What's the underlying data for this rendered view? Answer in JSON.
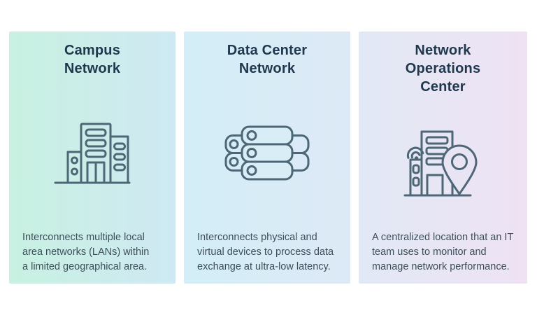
{
  "colors": {
    "canvas_bg": "#ffffff",
    "title_text": "#20384e",
    "body_text": "#3d4e5b",
    "icon_stroke": "#4e6777"
  },
  "cards": [
    {
      "id": "campus-network",
      "title": "Campus\nNetwork",
      "description": "Interconnects multiple local\narea networks (LANs) within\na limited geographical area.",
      "icon": "office-buildings-icon",
      "bg_gradient_left": "#c8f1e1",
      "bg_gradient_right": "#cfe9f3"
    },
    {
      "id": "data-center-network",
      "title": "Data Center\nNetwork",
      "description": "Interconnects physical and\nvirtual devices to process data\nexchange at ultra-low latency.",
      "icon": "server-stack-icon",
      "bg_gradient_left": "#d3eef7",
      "bg_gradient_right": "#dde9f6"
    },
    {
      "id": "network-operations-center",
      "title": "Network\nOperations\nCenter",
      "description": "A centralized location that an IT\nteam uses to monitor and\nmanage network performance.",
      "icon": "building-location-pin-icon",
      "bg_gradient_left": "#e2e9f6",
      "bg_gradient_right": "#eee2f3"
    }
  ]
}
